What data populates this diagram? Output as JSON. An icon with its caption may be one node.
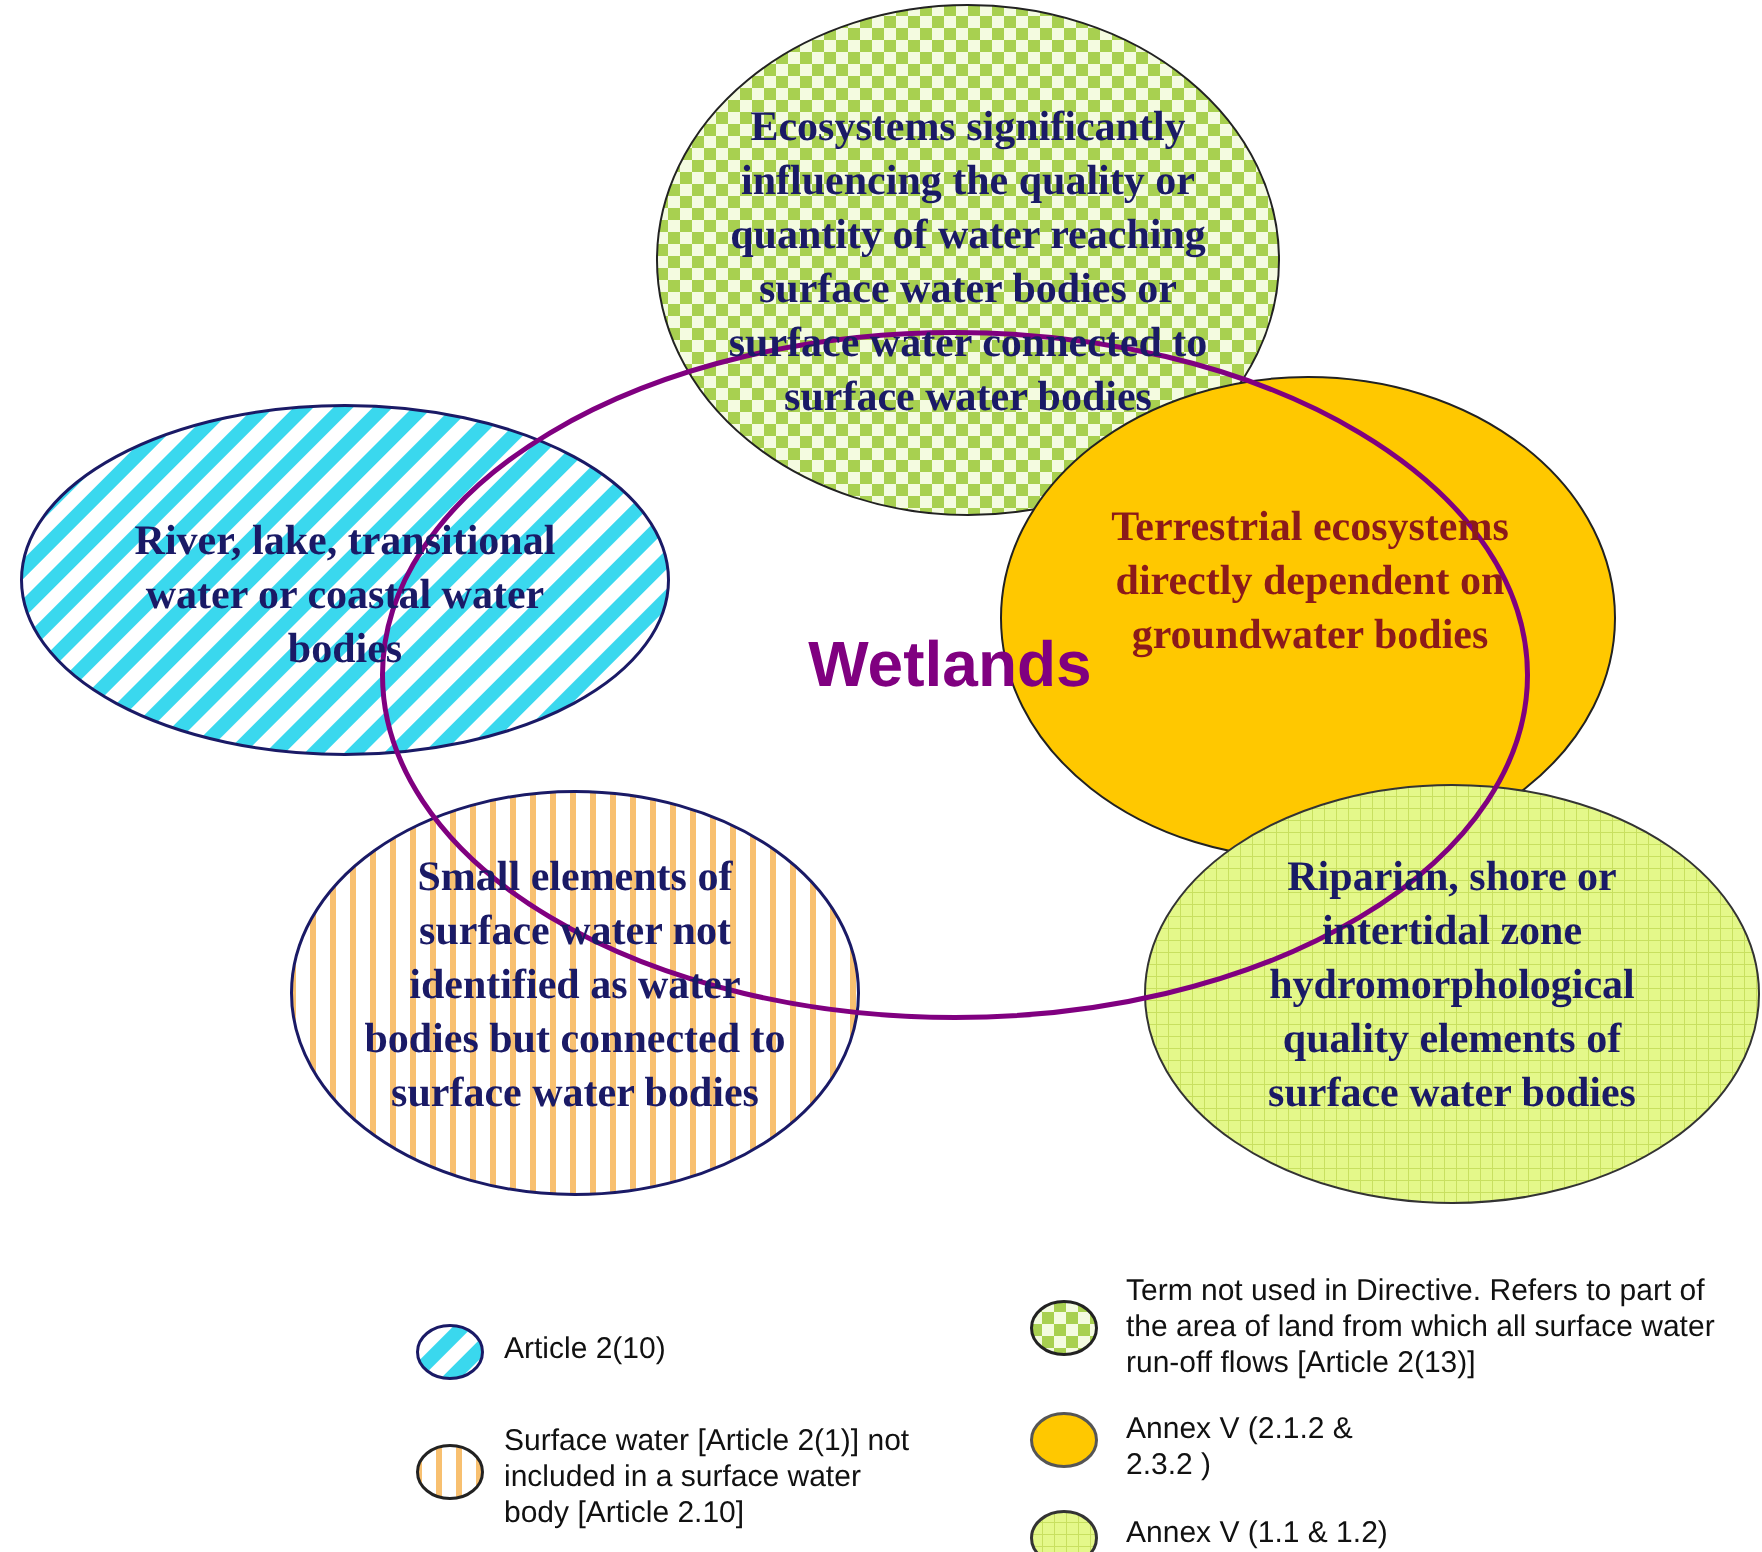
{
  "diagram": {
    "nodes": [
      {
        "text": [
          "Ecosystems significantly influencing the quality or quantity of water reaching surface water bodies or surface water connected to surface water bodies"
        ]
      },
      {
        "text": [
          "River, lake, transitional water or coastal water bodies"
        ]
      },
      {
        "text": [
          "Wetlands"
        ]
      },
      {
        "text": [
          "Terrestrial ecosystems directly dependent on groundwater bodies"
        ]
      },
      {
        "text": [
          "Small elements of surface water not identified as water bodies but connected to surface water bodies"
        ]
      },
      {
        "text": [
          "Riparian, shore or intertidal zone hydromorphological quality elements of surface water bodies"
        ]
      }
    ],
    "legend": [
      {
        "text": "Article 2(10)"
      },
      {
        "text": "Surface water [Article 2(1)] not included in a surface water body [Article 2.10]"
      },
      {
        "text": "Term not used in Directive. Refers to part of the area of land from which all surface water run-off flows [Article 2(13)]"
      },
      {
        "text": "Annex V (2.1.2 & 2.3.2 )",
        "color": "#ffc800"
      },
      {
        "text": "Annex V (1.1 & 1.2)"
      }
    ]
  }
}
